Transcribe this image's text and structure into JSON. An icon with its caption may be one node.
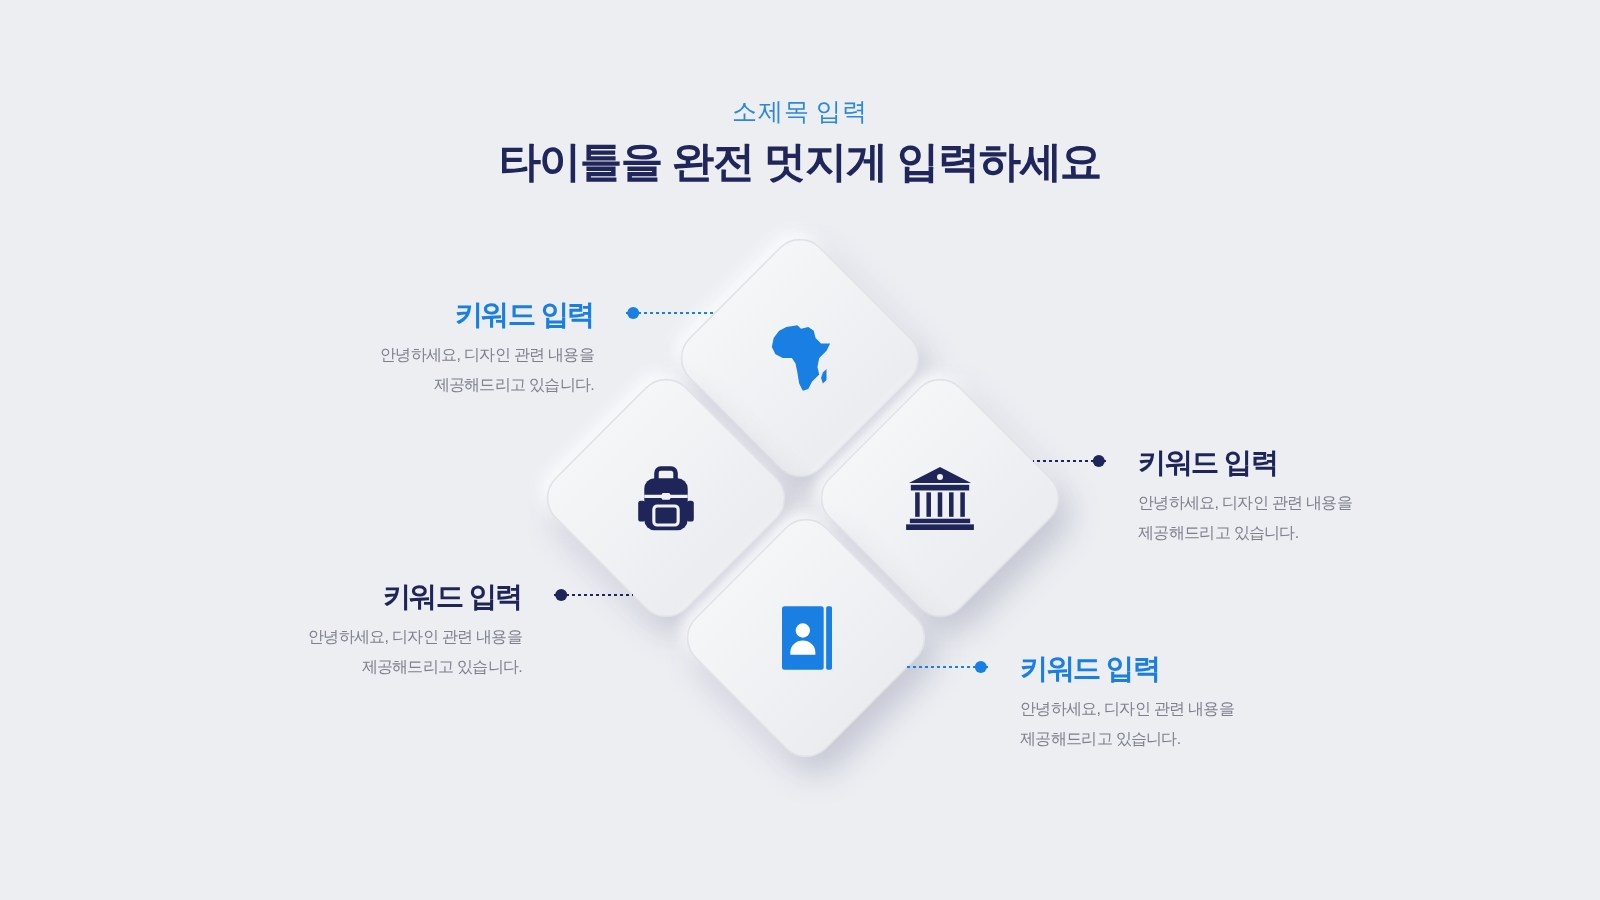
{
  "diagram": {
    "title": "타이틀을 완전 멋지게 입력하세요",
    "nodes": [
      {
        "text": [],
        "shape": "diamond"
      },
      {
        "text": [
          "키워드 입력",
          "안녕하세요, 디자인 관련 내용을 제공해드리고 있습니다."
        ]
      },
      {
        "text": [],
        "shape": "diamond"
      },
      {
        "text": [],
        "shape": "diamond"
      },
      {
        "text": [
          "키워드 입력",
          "안녕하세요, 디자인 관련 내용을 제공해드리고 있습니다."
        ]
      },
      {
        "text": [],
        "shape": "diamond"
      },
      {
        "text": [
          "키워드 입력",
          "안녕하세요, 디자인 관련 내용을 제공해드리고 있습니다."
        ]
      },
      {
        "text": [
          "키워드 입력",
          "안녕하세요, 디자인 관련 내용을 제공해드리고 있습니다."
        ]
      }
    ],
    "edges": [
      {
        "from": 1,
        "to": 0,
        "arrow": "other",
        "style": "dashed",
        "color": "#1a7fe3"
      },
      {
        "from": 4,
        "to": 3,
        "arrow": "other",
        "style": "dashed",
        "color": "#1f2459"
      },
      {
        "from": 6,
        "to": 2,
        "arrow": "other",
        "style": "dashed",
        "color": "#1f2459"
      },
      {
        "from": 7,
        "to": 5,
        "arrow": "other",
        "style": "dashed",
        "color": "#1a7fe3"
      }
    ],
    "labels": [
      "소제목 입력"
    ]
  }
}
